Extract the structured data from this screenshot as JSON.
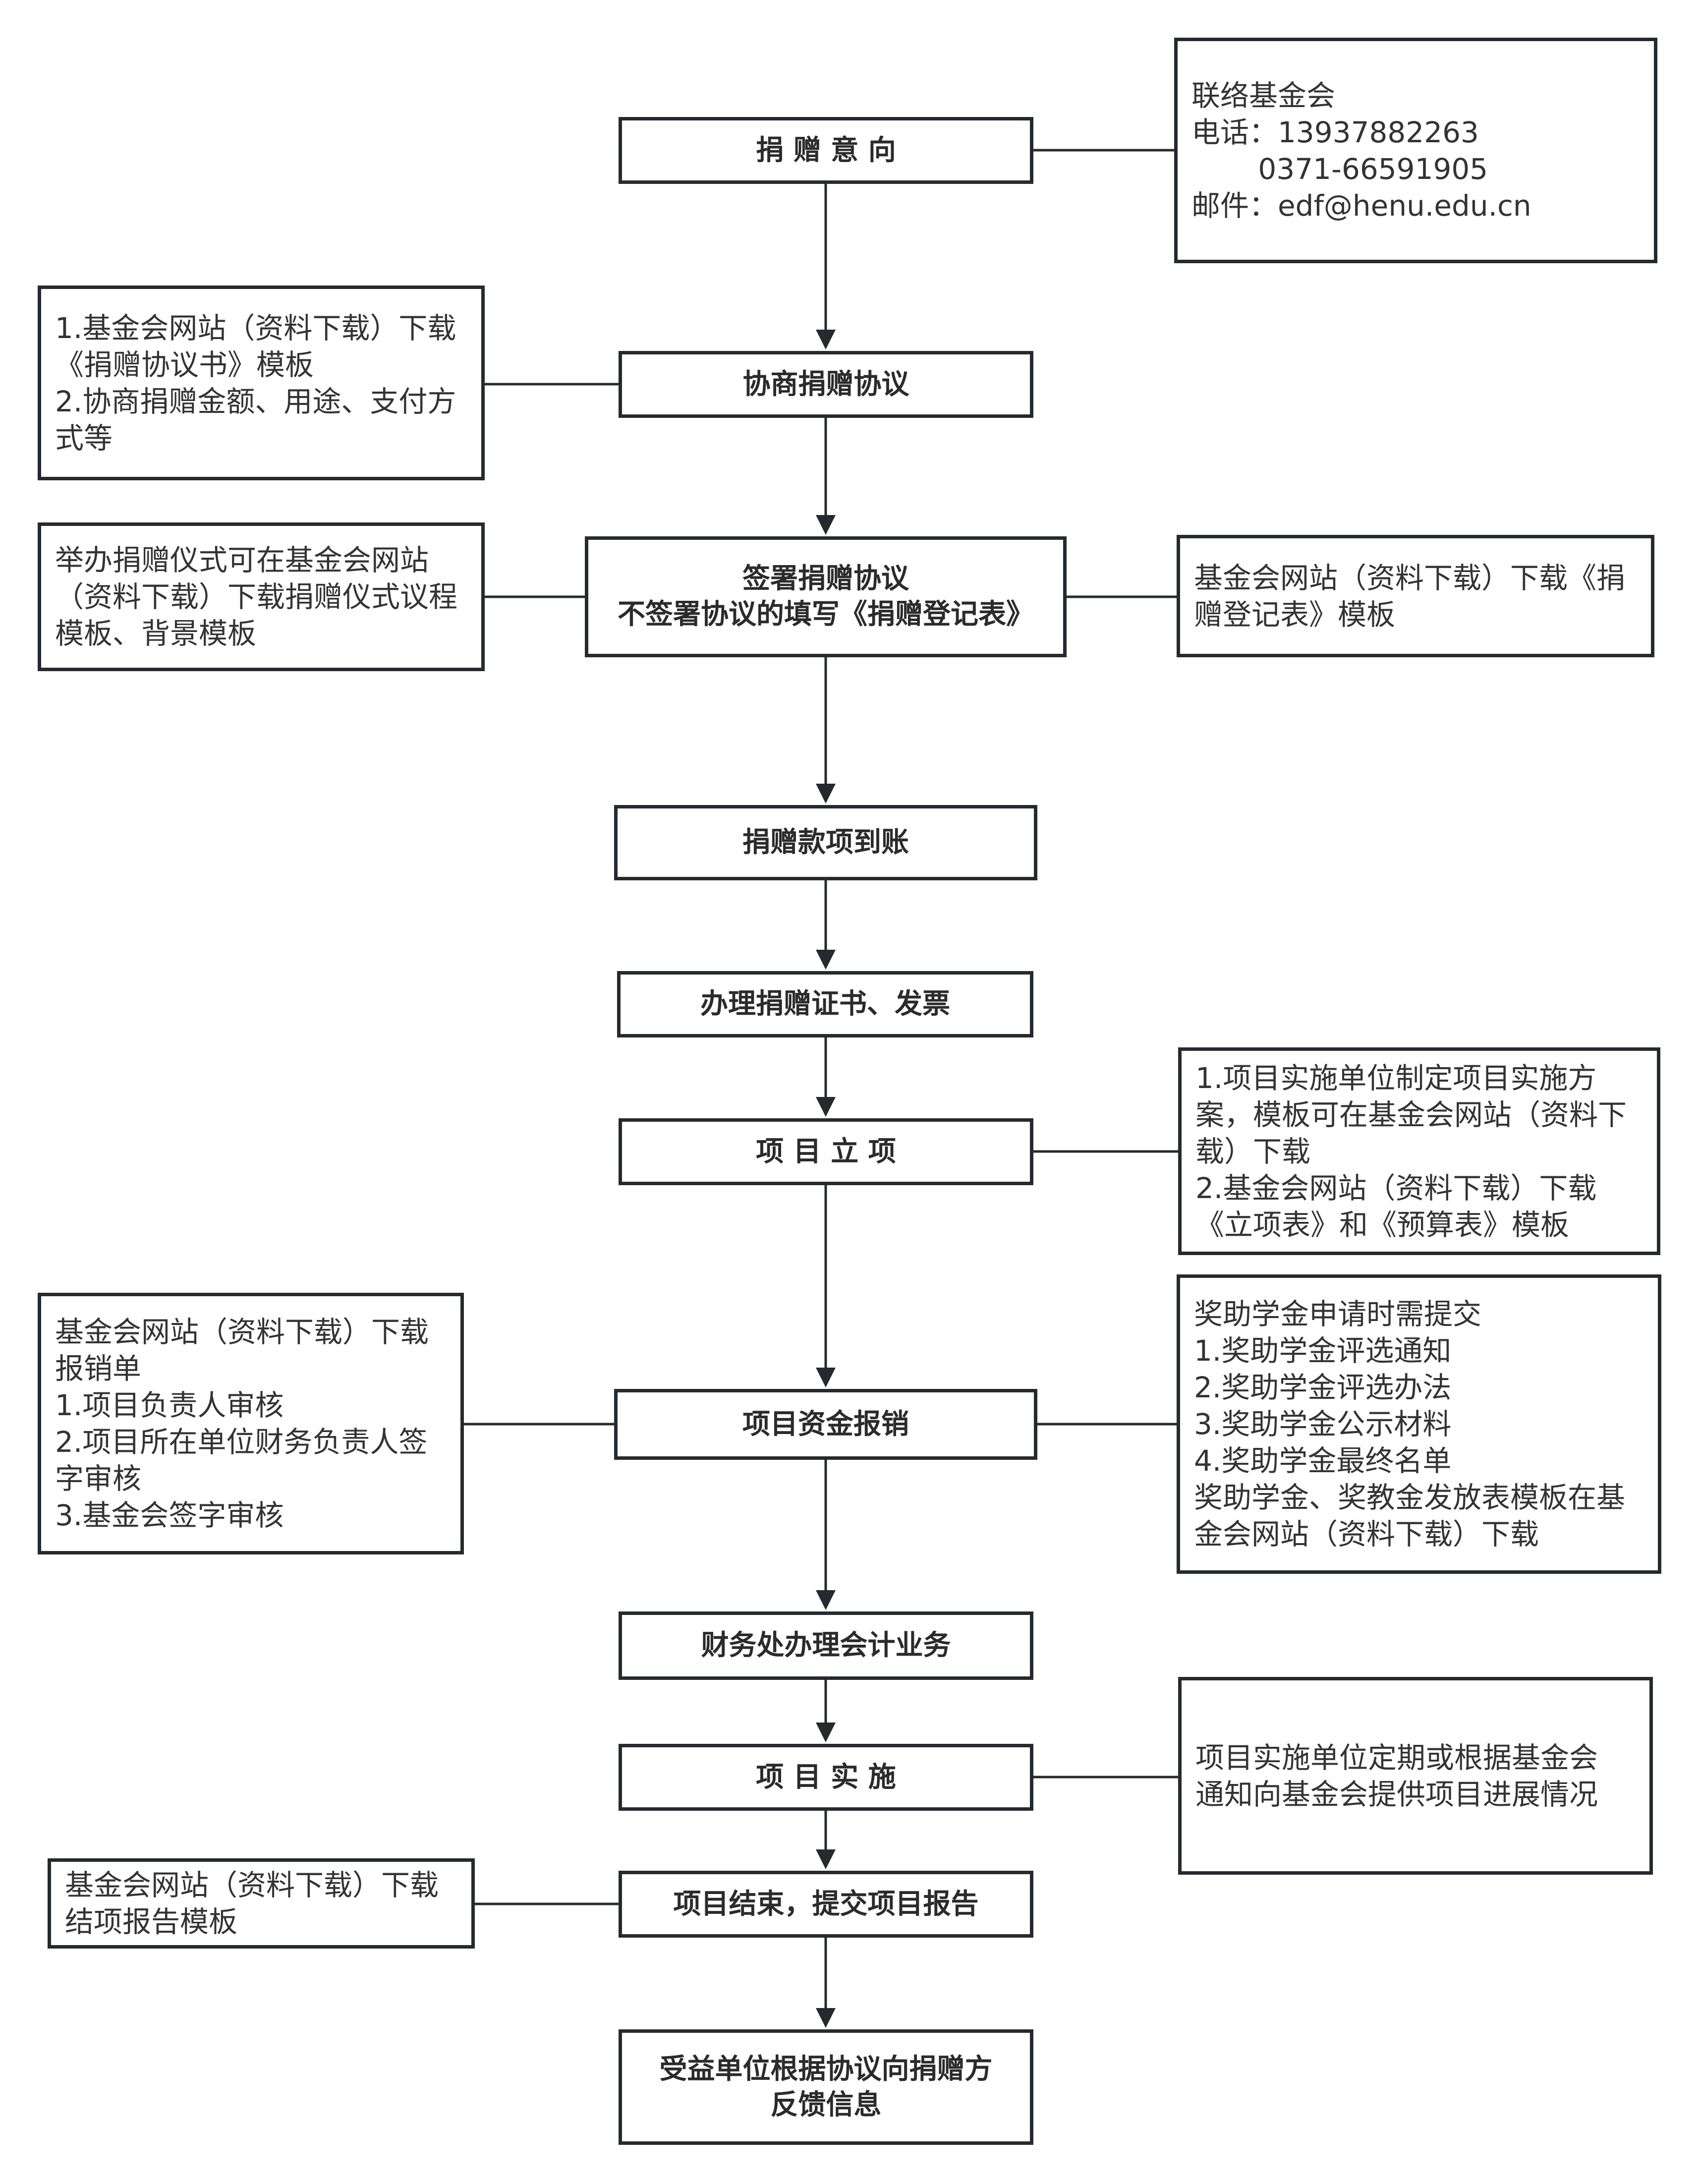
{
  "steps": [
    {
      "lines": [
        "捐 赠 意 向"
      ]
    },
    {
      "lines": [
        "协商捐赠协议"
      ]
    },
    {
      "lines": [
        "签署捐赠协议",
        "不签署协议的填写《捐赠登记表》"
      ]
    },
    {
      "lines": [
        "捐赠款项到账"
      ]
    },
    {
      "lines": [
        "办理捐赠证书、发票"
      ]
    },
    {
      "lines": [
        "项 目 立 项"
      ]
    },
    {
      "lines": [
        "项目资金报销"
      ]
    },
    {
      "lines": [
        "财务处办理会计业务"
      ]
    },
    {
      "lines": [
        "项 目 实 施"
      ]
    },
    {
      "lines": [
        "项目结束，提交项目报告"
      ]
    },
    {
      "lines": [
        "受益单位根据协议向捐赠方",
        "反馈信息"
      ]
    }
  ],
  "notes": {
    "contact": [
      "联络基金会",
      "电话：13937882263",
      "　　 0371-66591905",
      "邮件：edf@henu.edu.cn"
    ],
    "negotiate": [
      "1.基金会网站（资料下载）下载",
      "《捐赠协议书》模板",
      "2.协商捐赠金额、用途、支付方",
      "式等"
    ],
    "ceremony": [
      "举办捐赠仪式可在基金会网站",
      "（资料下载）下载捐赠仪式议程",
      "模板、背景模板"
    ],
    "register": [
      "基金会网站（资料下载）下载《捐",
      "赠登记表》模板"
    ],
    "project": [
      "1.项目实施单位制定项目实施方",
      "案，模板可在基金会网站（资料下",
      "载）下载",
      "2.基金会网站（资料下载）下载",
      "《立项表》和《预算表》模板"
    ],
    "reimburse": [
      "基金会网站（资料下载）下载",
      "报销单",
      "1.项目负责人审核",
      "2.项目所在单位财务负责人签",
      "字审核",
      "3.基金会签字审核"
    ],
    "scholarship": [
      "奖助学金申请时需提交",
      "1.奖助学金评选通知",
      "2.奖助学金评选办法",
      "3.奖助学金公示材料",
      "4.奖助学金最终名单",
      "奖助学金、奖教金发放表模板在基",
      "金会网站（资料下载）下载"
    ],
    "implement": [
      "项目实施单位定期或根据基金会",
      "通知向基金会提供项目进展情况"
    ],
    "final": [
      "基金会网站（资料下载）下载",
      "结项报告模板"
    ]
  }
}
